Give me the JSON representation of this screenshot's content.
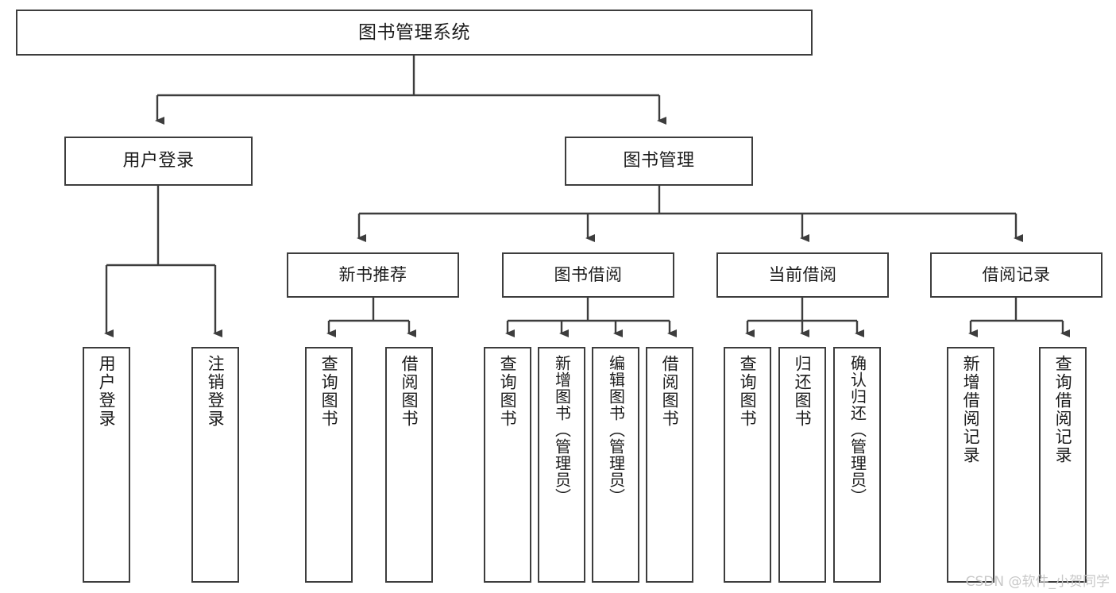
{
  "diagram": {
    "type": "hierarchy-tree",
    "title_node": "图书管理系统",
    "theme": {
      "background": "#ffffff",
      "border_color": "#3d3d3d",
      "text_color": "#1c1c1c",
      "watermark_color": "#c8c8c8"
    },
    "levels": {
      "root": [
        "图书管理系统"
      ],
      "level2": [
        "用户登录",
        "图书管理"
      ],
      "level3": [
        "新书推荐",
        "图书借阅",
        "当前借阅",
        "借阅记录"
      ]
    },
    "nodes": {
      "root": {
        "label": "图书管理系统"
      },
      "user_login": {
        "label": "用户登录"
      },
      "book_manage": {
        "label": "图书管理"
      },
      "new_book_rec": {
        "label": "新书推荐"
      },
      "book_borrow": {
        "label": "图书借阅"
      },
      "current_borrow": {
        "label": "当前借阅"
      },
      "borrow_record": {
        "label": "借阅记录"
      }
    },
    "leaves": {
      "user_login": [
        {
          "label": "用户登录"
        },
        {
          "label": "注销登录"
        }
      ],
      "new_book_rec": [
        {
          "label": "查询图书"
        },
        {
          "label": "借阅图书"
        }
      ],
      "book_borrow": [
        {
          "label": "查询图书"
        },
        {
          "label": "新增图书（管理员）"
        },
        {
          "label": "编辑图书（管理员）"
        },
        {
          "label": "借阅图书"
        }
      ],
      "current_borrow": [
        {
          "label": "查询图书"
        },
        {
          "label": "归还图书"
        },
        {
          "label": "确认归还（管理员）"
        }
      ],
      "borrow_record": [
        {
          "label": "新增借阅记录"
        },
        {
          "label": "查询借阅记录"
        }
      ]
    }
  },
  "watermark": {
    "text": "CSDN @软件_小贺同学"
  }
}
